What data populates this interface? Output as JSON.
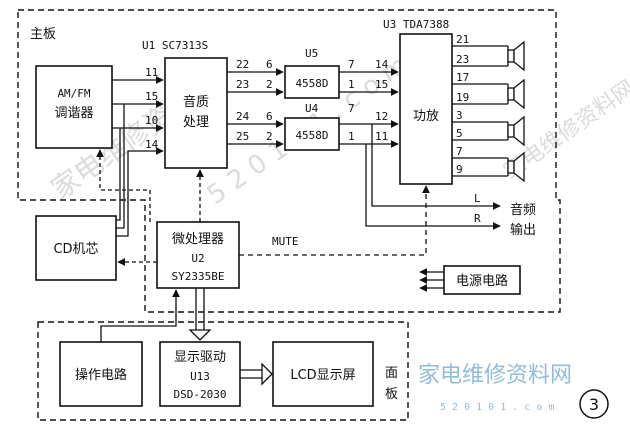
{
  "main_board_label": "主板",
  "panel_label": "面板",
  "u1_header": "U1  SC7313S",
  "u3_header": "U3  TDA7388",
  "tuner": {
    "line1": "AM/FM",
    "line2": "调谐器"
  },
  "audio_proc": {
    "line1": "音质",
    "line2": "处理"
  },
  "u5": {
    "label": "U5",
    "chip": "4558D"
  },
  "u4": {
    "label": "U4",
    "chip": "4558D"
  },
  "amp_label": "功放",
  "cd_label": "CD机芯",
  "mcu": {
    "line1": "微处理器",
    "line2": "U2",
    "line3": "SY2335BE"
  },
  "mute_label": "MUTE",
  "power_label": "电源电路",
  "audio_out": {
    "line1": "音频",
    "line2": "输出",
    "L": "L",
    "R": "R"
  },
  "operation_label": "操作电路",
  "display_driver": {
    "line1": "显示驱动",
    "line2": "U13",
    "line3": "DSD-2030"
  },
  "lcd_label": "LCD显示屏",
  "tuner_pins": [
    "11",
    "15",
    "10",
    "14"
  ],
  "u1_pins": [
    "22",
    "23",
    "24",
    "25"
  ],
  "u5_in_pins": [
    "6",
    "2"
  ],
  "u5_out_pins": [
    "7",
    "1"
  ],
  "u4_in_pins": [
    "6",
    "2"
  ],
  "u4_out_pins": [
    "7",
    "1"
  ],
  "u3_in_pins": [
    "14",
    "15",
    "12",
    "11"
  ],
  "u3_out_pins": [
    "21",
    "23",
    "17",
    "19",
    "3",
    "5",
    "7",
    "9"
  ],
  "watermark": {
    "brand": "家电维修资料网",
    "url": "5 2 0 1 0 1 . c o m",
    "fig": "③"
  }
}
